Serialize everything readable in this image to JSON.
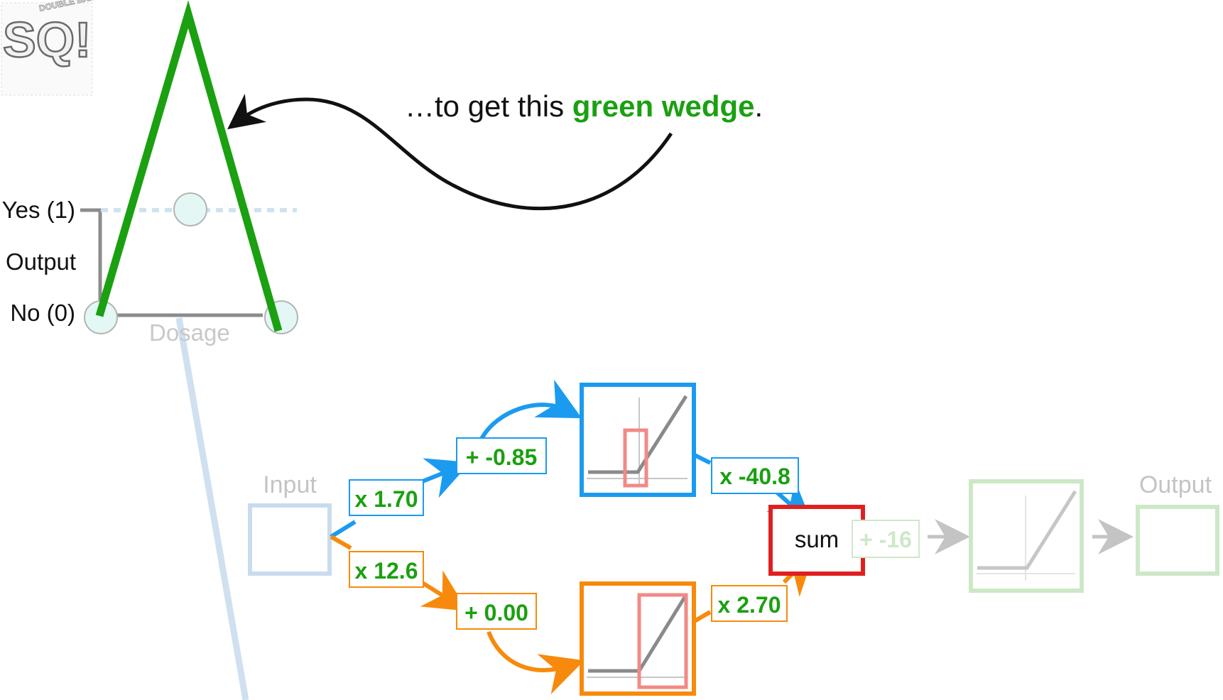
{
  "logo": {
    "main": "SQ!",
    "tagline": "DOUBLE BAM!!"
  },
  "caption": {
    "prefix": "…to get this ",
    "highlight": "green wedge",
    "suffix": ".",
    "highlight_color": "#1aa010"
  },
  "axis": {
    "y_top_label": "Yes (1)",
    "y_title": "Output",
    "y_bottom_label": "No (0)",
    "x_title": "Dosage"
  },
  "network": {
    "input_label": "Input",
    "output_label": "Output",
    "top_weight": "x 1.70",
    "top_bias": "+ -0.85",
    "top_out_weight": "x -40.8",
    "bottom_weight": "x 12.6",
    "bottom_bias": "+ 0.00",
    "bottom_out_weight": "x 2.70",
    "sum_label": "sum",
    "final_bias": "+ -16"
  },
  "colors": {
    "blue": "#1a9bf0",
    "orange": "#f78a0c",
    "green": "#1aa010",
    "red": "#e02020",
    "pink": "#f08a86",
    "faded_blue": "#c9dcee",
    "faded_green": "#cde8c8"
  }
}
